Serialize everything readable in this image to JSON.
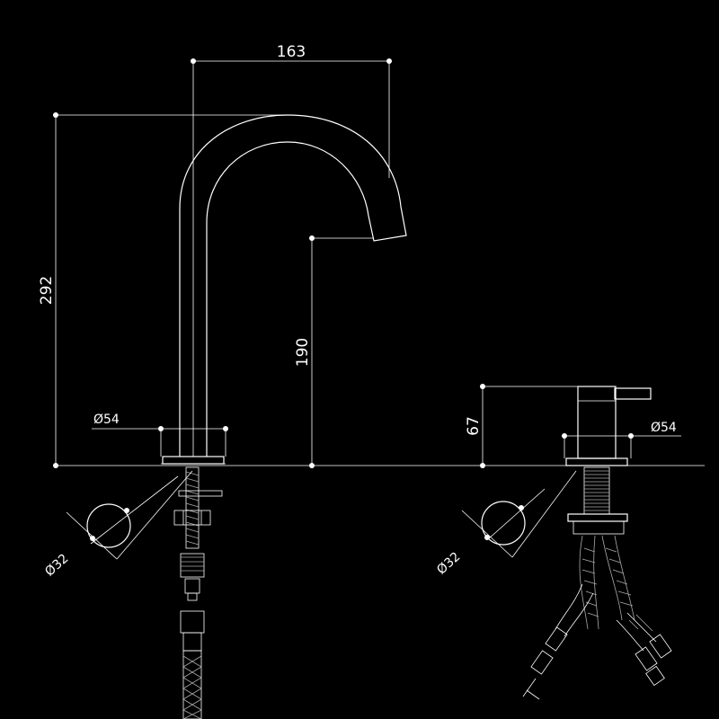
{
  "dimensions": {
    "spout_reach": "163",
    "total_height": "292",
    "spout_height": "190",
    "base_diameter_left": "Ø54",
    "handle_height": "67",
    "base_diameter_right": "Ø54",
    "hole_diameter_left": "Ø32",
    "hole_diameter_right": "Ø32"
  },
  "colors": {
    "background": "#000000",
    "line": "#ffffff"
  }
}
